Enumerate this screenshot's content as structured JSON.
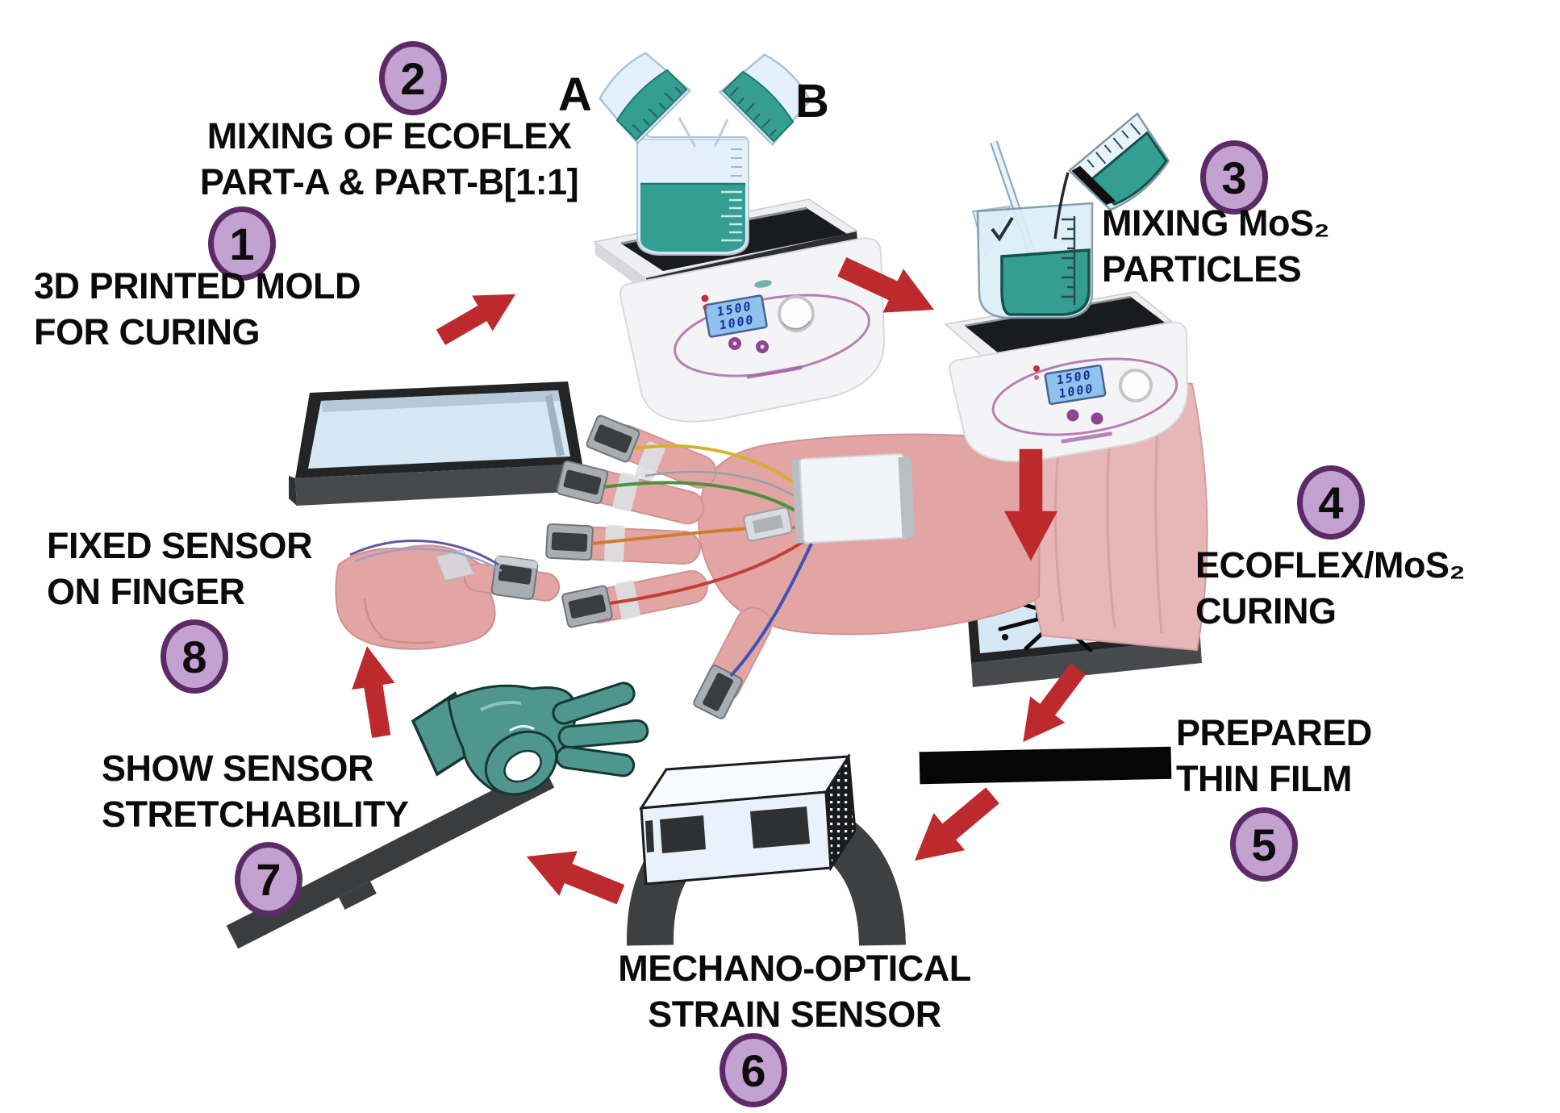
{
  "figure": {
    "kind": "fabrication-process-flow-diagram",
    "background": "#ffffff"
  },
  "steps": {
    "s1": {
      "number": "1",
      "line1": "3D PRINTED MOLD",
      "line2": "FOR CURING"
    },
    "s2": {
      "number": "2",
      "line1": "MIXING OF ECOFLEX",
      "line2": "PART-A & PART-B[1:1]"
    },
    "s3": {
      "number": "3",
      "line1": "MIXING MoS₂",
      "line2": "PARTICLES"
    },
    "s4": {
      "number": "4",
      "line1": "ECOFLEX/MoS₂",
      "line2": "CURING"
    },
    "s5": {
      "number": "5",
      "line1": "PREPARED",
      "line2": "THIN FILM"
    },
    "s6": {
      "number": "6",
      "line1": "MECHANO-OPTICAL",
      "line2": "STRAIN SENSOR"
    },
    "s7": {
      "number": "7",
      "line1": "SHOW SENSOR",
      "line2": "STRETCHABILITY"
    },
    "s8": {
      "number": "8",
      "line1": "FIXED SENSOR",
      "line2": "ON FINGER"
    }
  },
  "beakers": {
    "a_label": "A",
    "b_label": "B"
  },
  "hotplates": {
    "mixer1": {
      "display_line1": "1500",
      "display_line2": "1000"
    },
    "mixer2": {
      "display_line1": "1500",
      "display_line2": "1000"
    }
  },
  "colors": {
    "arrow_red": "#bd2a2e",
    "badge_fill": "#c3a1d1",
    "badge_border": "#5c2a67",
    "badge_number": "#0d0d0d",
    "caption_ink": "#0b0b0b",
    "liquid_teal": "#339e91",
    "glove_teal": "#4e968e",
    "hand_pink": "#e2a5a4",
    "strip_gray": "#3b3c3e",
    "film_black": "#060606",
    "lcd_blue": "#8fc2ee",
    "lcd_digit_blue": "#1c2f92"
  }
}
